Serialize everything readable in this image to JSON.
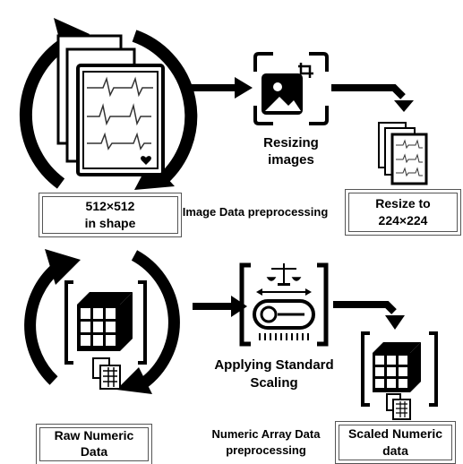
{
  "image_section": {
    "source_label_line1": "512×512",
    "source_label_line2": "in shape",
    "step_label_line1": "Resizing",
    "step_label_line2": "images",
    "section_title": "Image Data preprocessing",
    "output_label_line1": "Resize to",
    "output_label_line2": "224×224"
  },
  "numeric_section": {
    "source_label_line1": "Raw Numeric",
    "source_label_line2": "Data",
    "step_label_line1": "Applying Standard",
    "step_label_line2": "Scaling",
    "section_title_line1": "Numeric Array Data",
    "section_title_line2": "preprocessing",
    "output_label_line1": "Scaled Numeric",
    "output_label_line2": "data"
  },
  "colors": {
    "ink": "#000000",
    "box_border": "#555555"
  }
}
